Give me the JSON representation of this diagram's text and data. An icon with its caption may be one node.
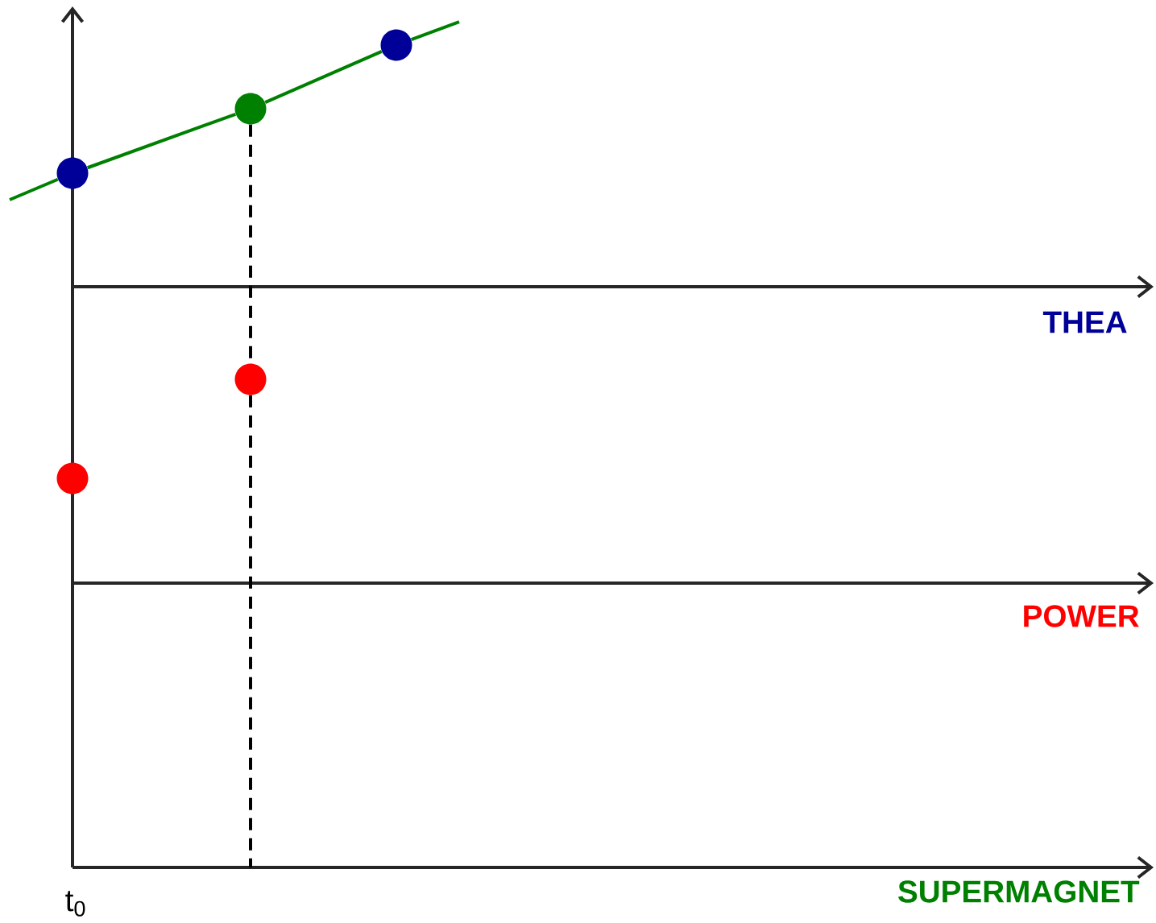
{
  "diagram": {
    "nodes": [
      {
        "text": [],
        "shape": "circle"
      },
      {
        "text": [],
        "shape": "circle"
      },
      {
        "text": [],
        "shape": "circle"
      },
      {
        "text": [],
        "shape": "circle"
      },
      {
        "text": [],
        "shape": "circle"
      }
    ],
    "edges": [
      {
        "from": 0,
        "to": null,
        "arrow": "none",
        "color": "#008000"
      },
      {
        "from": 0,
        "to": 1,
        "arrow": "none",
        "color": "#008000"
      },
      {
        "from": 1,
        "to": 2,
        "arrow": "none",
        "color": "#008000"
      },
      {
        "from": 2,
        "to": null,
        "arrow": "none",
        "color": "#008000"
      },
      {
        "from": 1,
        "to": 3,
        "arrow": "none",
        "style": "dashed",
        "color": "#000000"
      },
      {
        "from": 3,
        "to": null,
        "arrow": "none",
        "style": "dashed",
        "color": "#000000"
      }
    ],
    "labels": [
      "THEA",
      "POWER",
      "SUPERMAGNET",
      "t$_{0}$"
    ]
  }
}
